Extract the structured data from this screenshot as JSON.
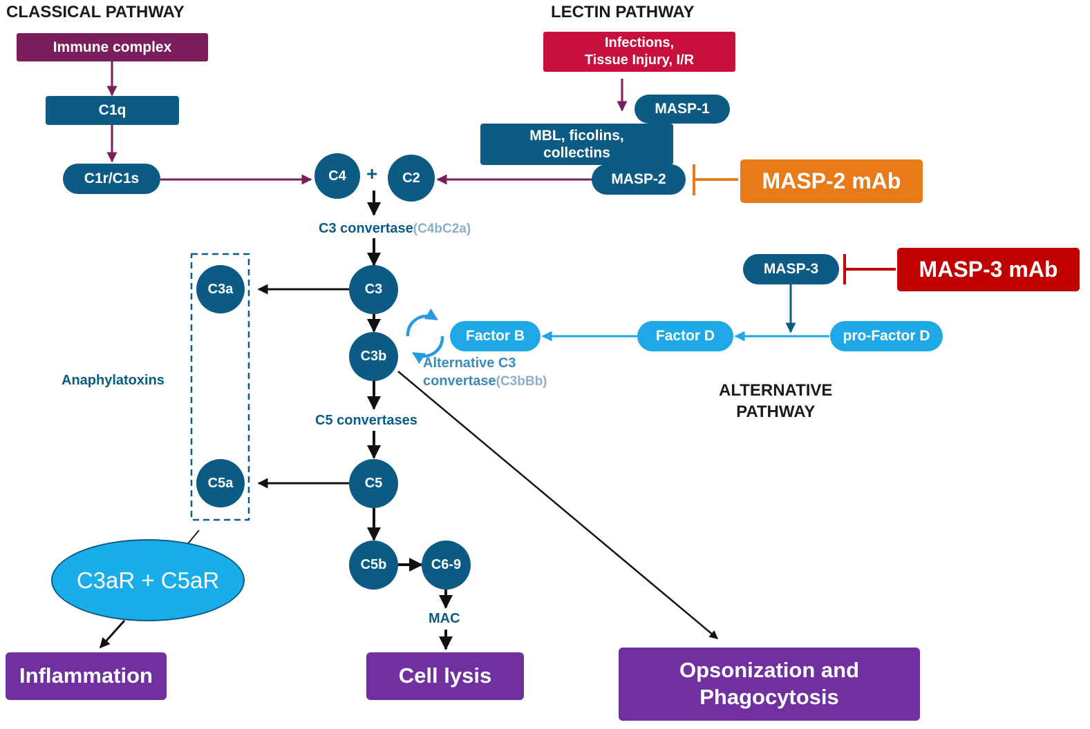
{
  "colors": {
    "navy": "#0c5b84",
    "light_blue": "#1ea9e6",
    "purple_outcome": "#7030a0",
    "classical_arrow": "#7a1e5c",
    "lectin_header": "#c8103e",
    "masp2_mab": "#e87a1a",
    "masp3_mab": "#c00000"
  },
  "headings": {
    "classical": "CLASSICAL PATHWAY",
    "lectin": "LECTIN PATHWAY",
    "alternative_line1": "ALTERNATIVE",
    "alternative_line2": "PATHWAY"
  },
  "classical": {
    "immune_complex": "Immune complex",
    "c1q": "C1q",
    "c1r_c1s": "C1r/C1s"
  },
  "lectin": {
    "trigger_line1": "Infections,",
    "trigger_line2": "Tissue Injury, I/R",
    "masp1": "MASP-1",
    "mbl_line1": "MBL, ficolins,",
    "mbl_line2": "collectins",
    "masp2": "MASP-2",
    "masp2_mab": "MASP-2 mAb"
  },
  "alternative": {
    "masp3": "MASP-3",
    "masp3_mab": "MASP-3 mAb",
    "pro_factor_d": "pro-Factor D",
    "factor_d": "Factor D",
    "factor_b": "Factor B",
    "alt_convertase_line1": "Alternative C3",
    "alt_convertase_line2": "convertase",
    "alt_convertase_formula": "(C3bBb)"
  },
  "core": {
    "c4": "C4",
    "plus": "+",
    "c2": "C2",
    "c3_convertase": "C3 convertase",
    "c3_convertase_formula": "(C4bC2a)",
    "c3": "C3",
    "c3b": "C3b",
    "c5_convertases": "C5 convertases",
    "c5": "C5",
    "c5b": "C5b",
    "c6_9": "C6-9",
    "mac": "MAC"
  },
  "anaphylatoxins": {
    "label": "Anaphylatoxins",
    "c3a": "C3a",
    "c5a": "C5a",
    "receptors": "C3aR + C5aR"
  },
  "outcomes": {
    "inflammation": "Inflammation",
    "cell_lysis": "Cell lysis",
    "opsonization_line1": "Opsonization and",
    "opsonization_line2": "Phagocytosis"
  }
}
